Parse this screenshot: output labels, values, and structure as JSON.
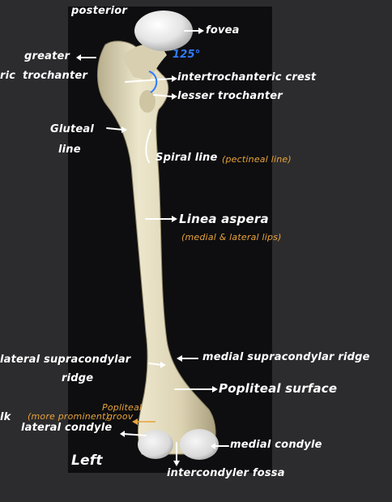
{
  "labels": {
    "posterior": "posterior",
    "fovea": "fovea",
    "angle": "125°",
    "greater_1": "greater",
    "greater_2": "trochanter",
    "edge_left_top": "ric",
    "intertrochanteric_crest": "intertrochanteric crest",
    "lesser_trochanter": "lesser trochanter",
    "gluteal_1": "Gluteal",
    "gluteal_2": "line",
    "spiral_line": "Spiral line",
    "pectineal_line": "(pectineal line)",
    "linea_aspera": "Linea aspera",
    "linea_lips": "(medial & lateral lips)",
    "lateral_supracondylar_1": "lateral supracondylar",
    "lateral_supracondylar_2": "ridge",
    "medial_supracondylar": "medial supracondylar ridge",
    "popliteal_surface": "Popliteal surface",
    "popliteal_groove_1": "Popliteal",
    "popliteal_groove_2": "groov",
    "more_prominent": "(more prominent)",
    "lateral_condyle": "lateral condyle",
    "edge_left_bottom": "lk",
    "medial_condyle": "medial condyle",
    "left": "Left",
    "intercondylar_fossa": "intercondyler fossa"
  },
  "colors": {
    "ink": "#ffffff",
    "accent_orange": "#e8a33b",
    "accent_blue": "#2f7bff",
    "photo_bg": "#0e0e10",
    "page_bg": "#2c2c2e",
    "bone": "#e6dfc4"
  }
}
